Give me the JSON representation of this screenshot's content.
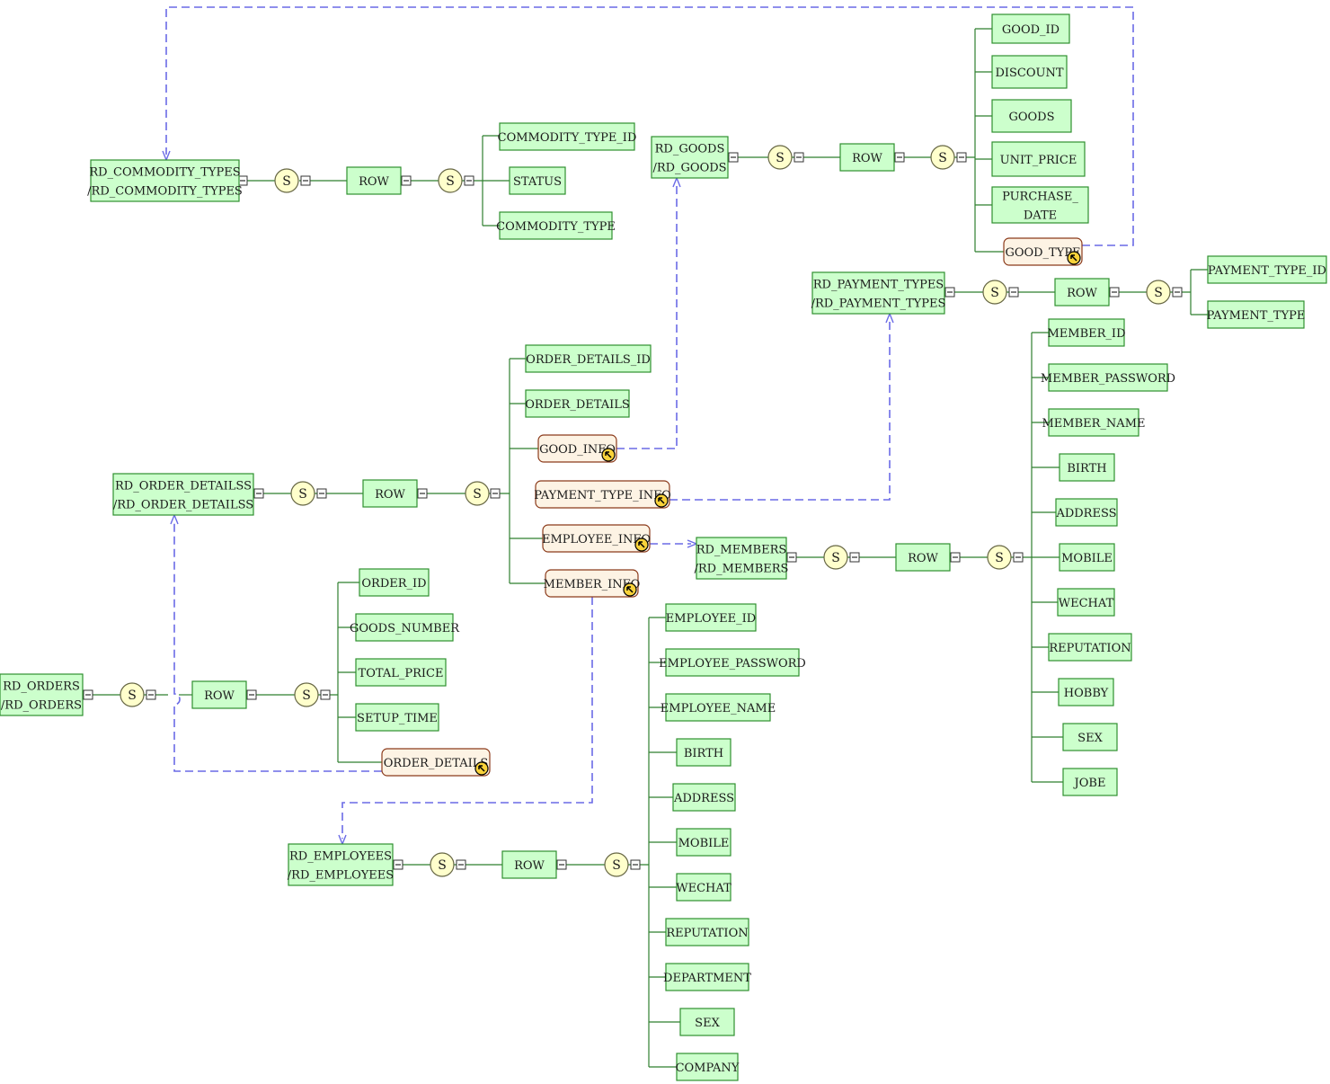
{
  "ui": {
    "seq_symbol": "S",
    "collapse_symbol": "−",
    "colors": {
      "table_fill": "#ccffcc",
      "table_border": "#2f8f2f",
      "ref_fill": "#fdf3e4",
      "ref_border": "#8b3a1a",
      "circle_fill": "#ffffcc",
      "circle_border": "#666644",
      "link_line": "#6a6ae6",
      "tree_line": "#2f7f2f"
    }
  },
  "nodes": {
    "rd_commodity_types": "RD_COMMODITY_TYPES\n/RD_COMMODITY_TYPES",
    "row_commodity": "ROW",
    "commodity_type_id": "COMMODITY_TYPE_ID",
    "status": "STATUS",
    "commodity_type": "COMMODITY_TYPE",
    "rd_goods": "RD_GOODS\n/RD_GOODS",
    "row_goods": "ROW",
    "good_id": "GOOD_ID",
    "discount": "DISCOUNT",
    "goods": "GOODS",
    "unit_price": "UNIT_PRICE",
    "purchase_date": "PURCHASE_\nDATE",
    "good_type": "GOOD_TYPE",
    "rd_payment_types": "RD_PAYMENT_TYPES\n/RD_PAYMENT_TYPES",
    "row_payment": "ROW",
    "payment_type_id": "PAYMENT_TYPE_ID",
    "payment_type": "PAYMENT_TYPE",
    "rd_order_detailss": "RD_ORDER_DETAILSS\n/RD_ORDER_DETAILSS",
    "row_details": "ROW",
    "order_details_id": "ORDER_DETAILS_ID",
    "order_details_col": "ORDER_DETAILS",
    "good_info": "GOOD_INFO",
    "payment_type_info": "PAYMENT_TYPE_INFO",
    "employee_info": "EMPLOYEE_INFO",
    "member_info": "MEMBER_INFO",
    "rd_members": "RD_MEMBERS\n/RD_MEMBERS",
    "row_members": "ROW",
    "member_id": "MEMBER_ID",
    "member_password": "MEMBER_PASSWORD",
    "member_name": "MEMBER_NAME",
    "m_birth": "BIRTH",
    "m_address": "ADDRESS",
    "m_mobile": "MOBILE",
    "m_wechat": "WECHAT",
    "m_reputation": "REPUTATION",
    "m_hobby": "HOBBY",
    "m_sex": "SEX",
    "m_jobe": "JOBE",
    "rd_orders": "RD_ORDERS\n/RD_ORDERS",
    "row_orders": "ROW",
    "order_id": "ORDER_ID",
    "goods_number": "GOODS_NUMBER",
    "total_price": "TOTAL_PRICE",
    "setup_time": "SETUP_TIME",
    "order_details_ref": "ORDER_DETAILS",
    "rd_employees": "RD_EMPLOYEES\n/RD_EMPLOYEES",
    "row_employees": "ROW",
    "employee_id": "EMPLOYEE_ID",
    "employee_password": "EMPLOYEE_PASSWORD",
    "employee_name": "EMPLOYEE_NAME",
    "e_birth": "BIRTH",
    "e_address": "ADDRESS",
    "e_mobile": "MOBILE",
    "e_wechat": "WECHAT",
    "e_reputation": "REPUTATION",
    "department": "DEPARTMENT",
    "e_sex": "SEX",
    "company": "COMPANY"
  }
}
